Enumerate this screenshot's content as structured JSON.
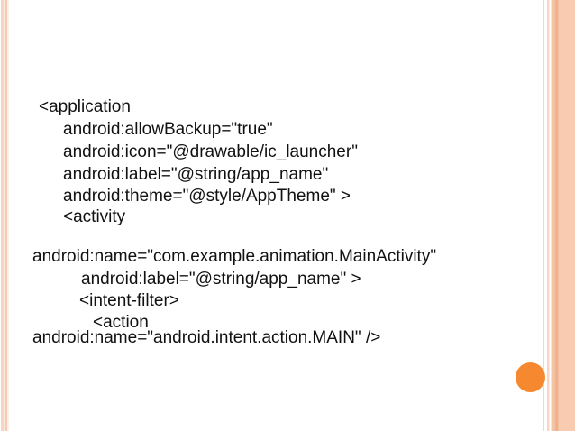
{
  "slide": {
    "kind": "presentation-slide",
    "code_lines": [
      "<application",
      "android:allowBackup=\"true\"",
      "android:icon=\"@drawable/ic_launcher\"",
      "android:label=\"@string/app_name\"",
      "android:theme=\"@style/AppTheme\" >",
      "<activity",
      "android:name=\"com.example.animation.MainActivity\"",
      "android:label=\"@string/app_name\" >",
      "<intent-filter>",
      "<action",
      "android:name=\"android.intent.action.MAIN\" />"
    ],
    "colors": {
      "background": "#FFFFFF",
      "text": "#111111",
      "accent_circle": "#F6892F",
      "stripe_light": "#F8D6C3",
      "stripe_medium": "#F5C3A3",
      "stripe_dark": "#EFB28D",
      "stripe_band": "#F9CCB2"
    }
  }
}
